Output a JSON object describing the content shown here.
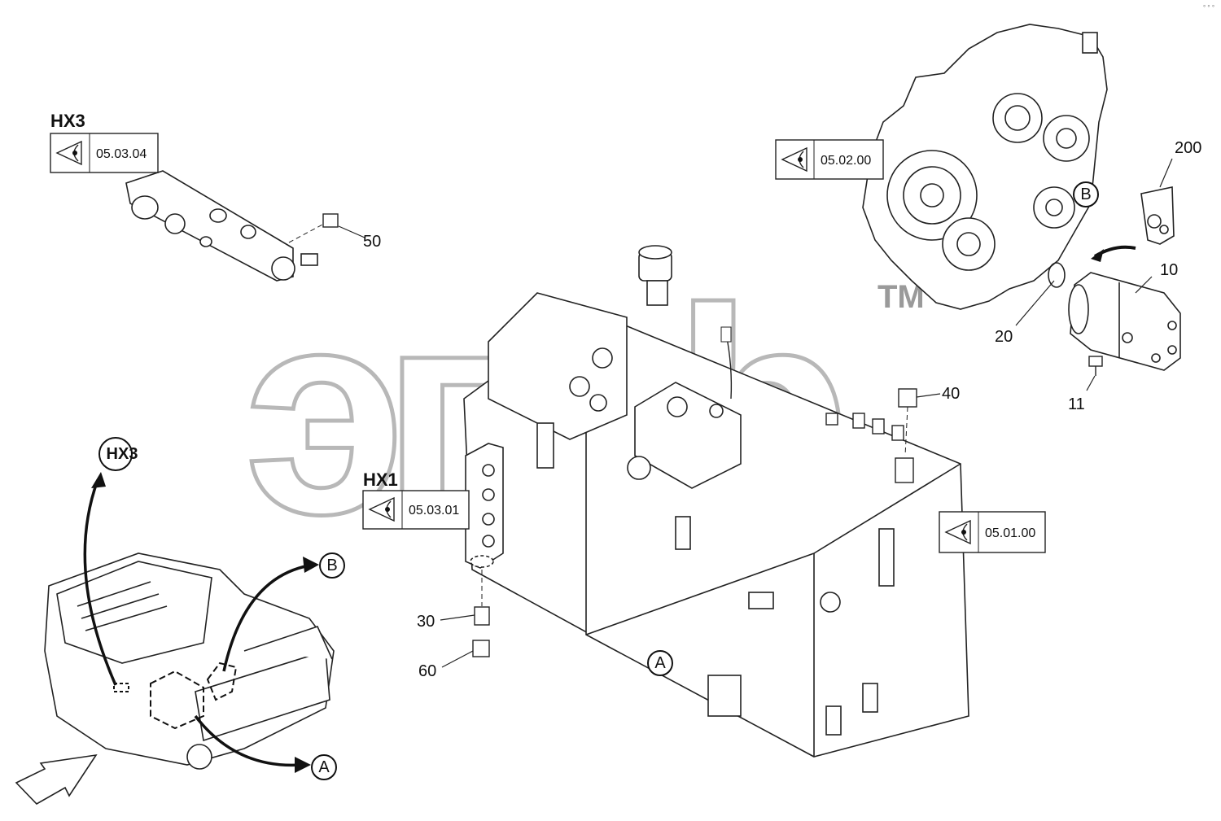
{
  "watermark": {
    "text": "эпсb",
    "tm": "TM"
  },
  "groups": [
    {
      "id": "hx3",
      "label": "HX3",
      "ref": "05.03.04"
    },
    {
      "id": "hx1",
      "label": "HX1",
      "ref": "05.03.01"
    },
    {
      "id": "gearbox",
      "label": "",
      "ref": "05.02.00"
    },
    {
      "id": "tank",
      "label": "",
      "ref": "05.01.00"
    }
  ],
  "part_labels": {
    "p10": "10",
    "p11": "11",
    "p20": "20",
    "p30": "30",
    "p40": "40",
    "p50": "50",
    "p60": "60",
    "p200": "200"
  },
  "circled_refs": {
    "A": "A",
    "B": "B",
    "HX3": "HX3"
  },
  "icons": [
    "eye-view-icon",
    "direction-arrow-icon"
  ]
}
